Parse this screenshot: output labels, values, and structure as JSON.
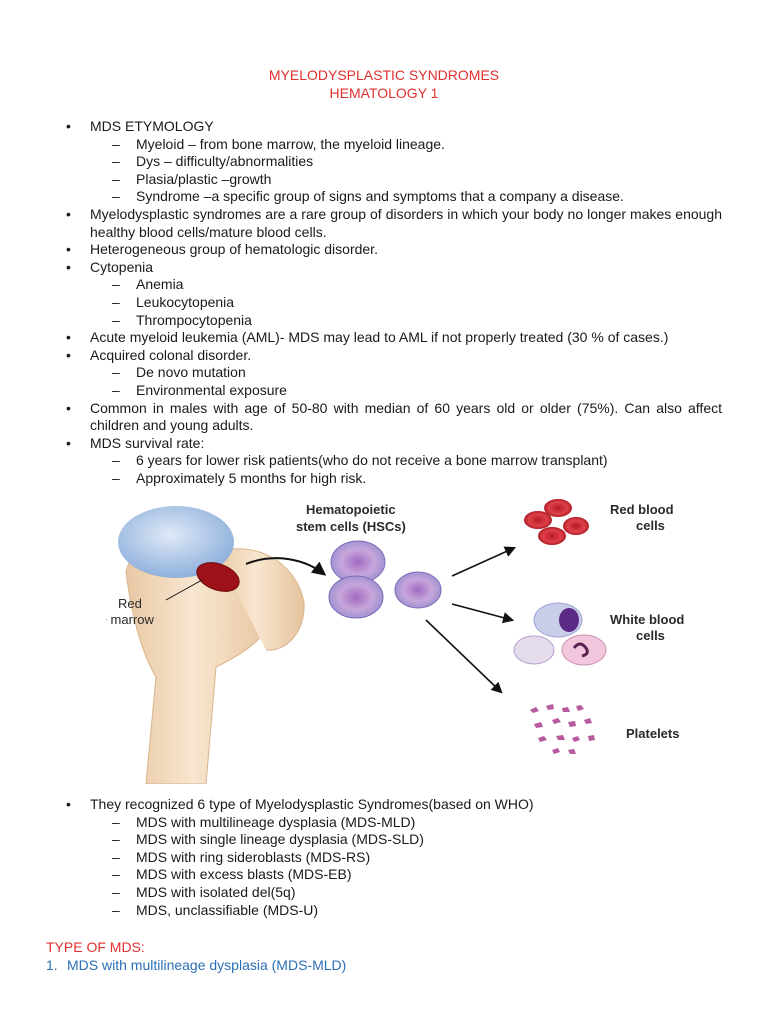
{
  "title": {
    "line1": "MYELODYSPLASTIC SYNDROMES",
    "line2": "HEMATOLOGY 1"
  },
  "section1": {
    "etymology": {
      "label": "MDS ETYMOLOGY",
      "items": [
        "Myeloid – from bone marrow, the myeloid lineage.",
        "Dys – difficulty/abnormalities",
        "Plasia/plastic –growth",
        "Syndrome –a specific group of signs and symptoms that a company a disease."
      ]
    },
    "rare_group": "Myelodysplastic syndromes are a rare group of disorders in which your body no longer makes enough healthy blood cells/mature blood cells.",
    "heterogeneous": "Heterogeneous group of hematologic disorder.",
    "cytopenia": {
      "label": "Cytopenia",
      "items": [
        "Anemia",
        "Leukocytopenia",
        "Thrompocytopenia"
      ]
    },
    "aml": "Acute myeloid leukemia (AML)- MDS may lead to AML if not properly treated (30 % of cases.)",
    "acquired": {
      "label": "Acquired colonal disorder.",
      "items": [
        "De novo mutation",
        "Environmental exposure"
      ]
    },
    "common": "Common in males with age of 50-80 with median of 60 years old or older (75%). Can also affect children and young adults.",
    "survival": {
      "label": "MDS survival rate:",
      "items": [
        "6 years for lower risk patients(who do not receive a bone marrow transplant)",
        "Approximately 5 months for high risk."
      ]
    }
  },
  "figure": {
    "hsc_line1": "Hematopoietic",
    "hsc_line2": "stem cells (HSCs)",
    "rbc_line1": "Red blood",
    "rbc_line2": "cells",
    "wbc_line1": "White blood",
    "wbc_line2": "cells",
    "platelets": "Platelets",
    "marrow_line1": "Red",
    "marrow_line2": "bone marrow"
  },
  "section2": {
    "who": {
      "label": "They recognized 6 type of Myelodysplastic Syndromes(based on WHO)",
      "items": [
        "MDS with multilineage dysplasia (MDS-MLD)",
        "MDS with single lineage dysplasia (MDS-SLD)",
        "MDS with ring sideroblasts (MDS-RS)",
        "MDS with excess blasts (MDS-EB)",
        "MDS with isolated del(5q)",
        "MDS, unclassifiable (MDS-U)"
      ]
    }
  },
  "types": {
    "heading": "TYPE OF MDS:",
    "item1_num": "1.",
    "item1_text": "MDS with multilineage dysplasia (MDS-MLD)"
  },
  "colors": {
    "title_red": "#e03030",
    "link_blue": "#2b6fb6"
  }
}
